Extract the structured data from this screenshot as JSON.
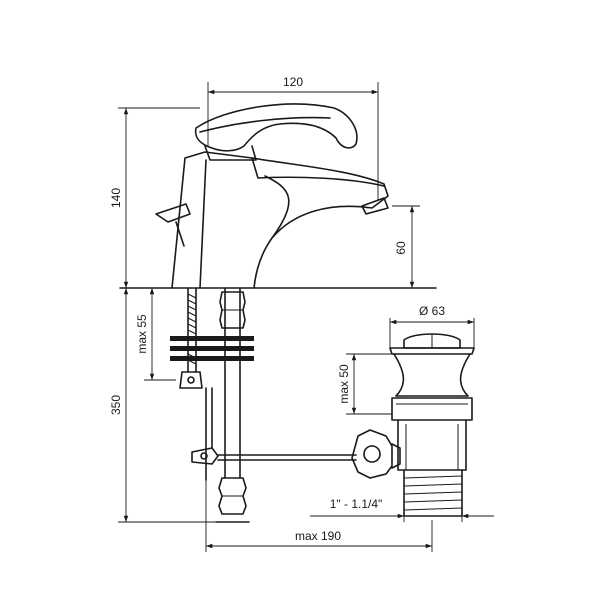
{
  "dimensions": {
    "spout_reach": "120",
    "total_height": "140",
    "spout_height": "60",
    "max_deck": "max 55",
    "hose_length": "350",
    "drain_diameter": "Ø 63",
    "max_drain": "max 50",
    "thread": "1\" - 1.1/4\"",
    "max_width": "max 190"
  },
  "colors": {
    "line": "#1a1a1a",
    "background": "#ffffff"
  }
}
